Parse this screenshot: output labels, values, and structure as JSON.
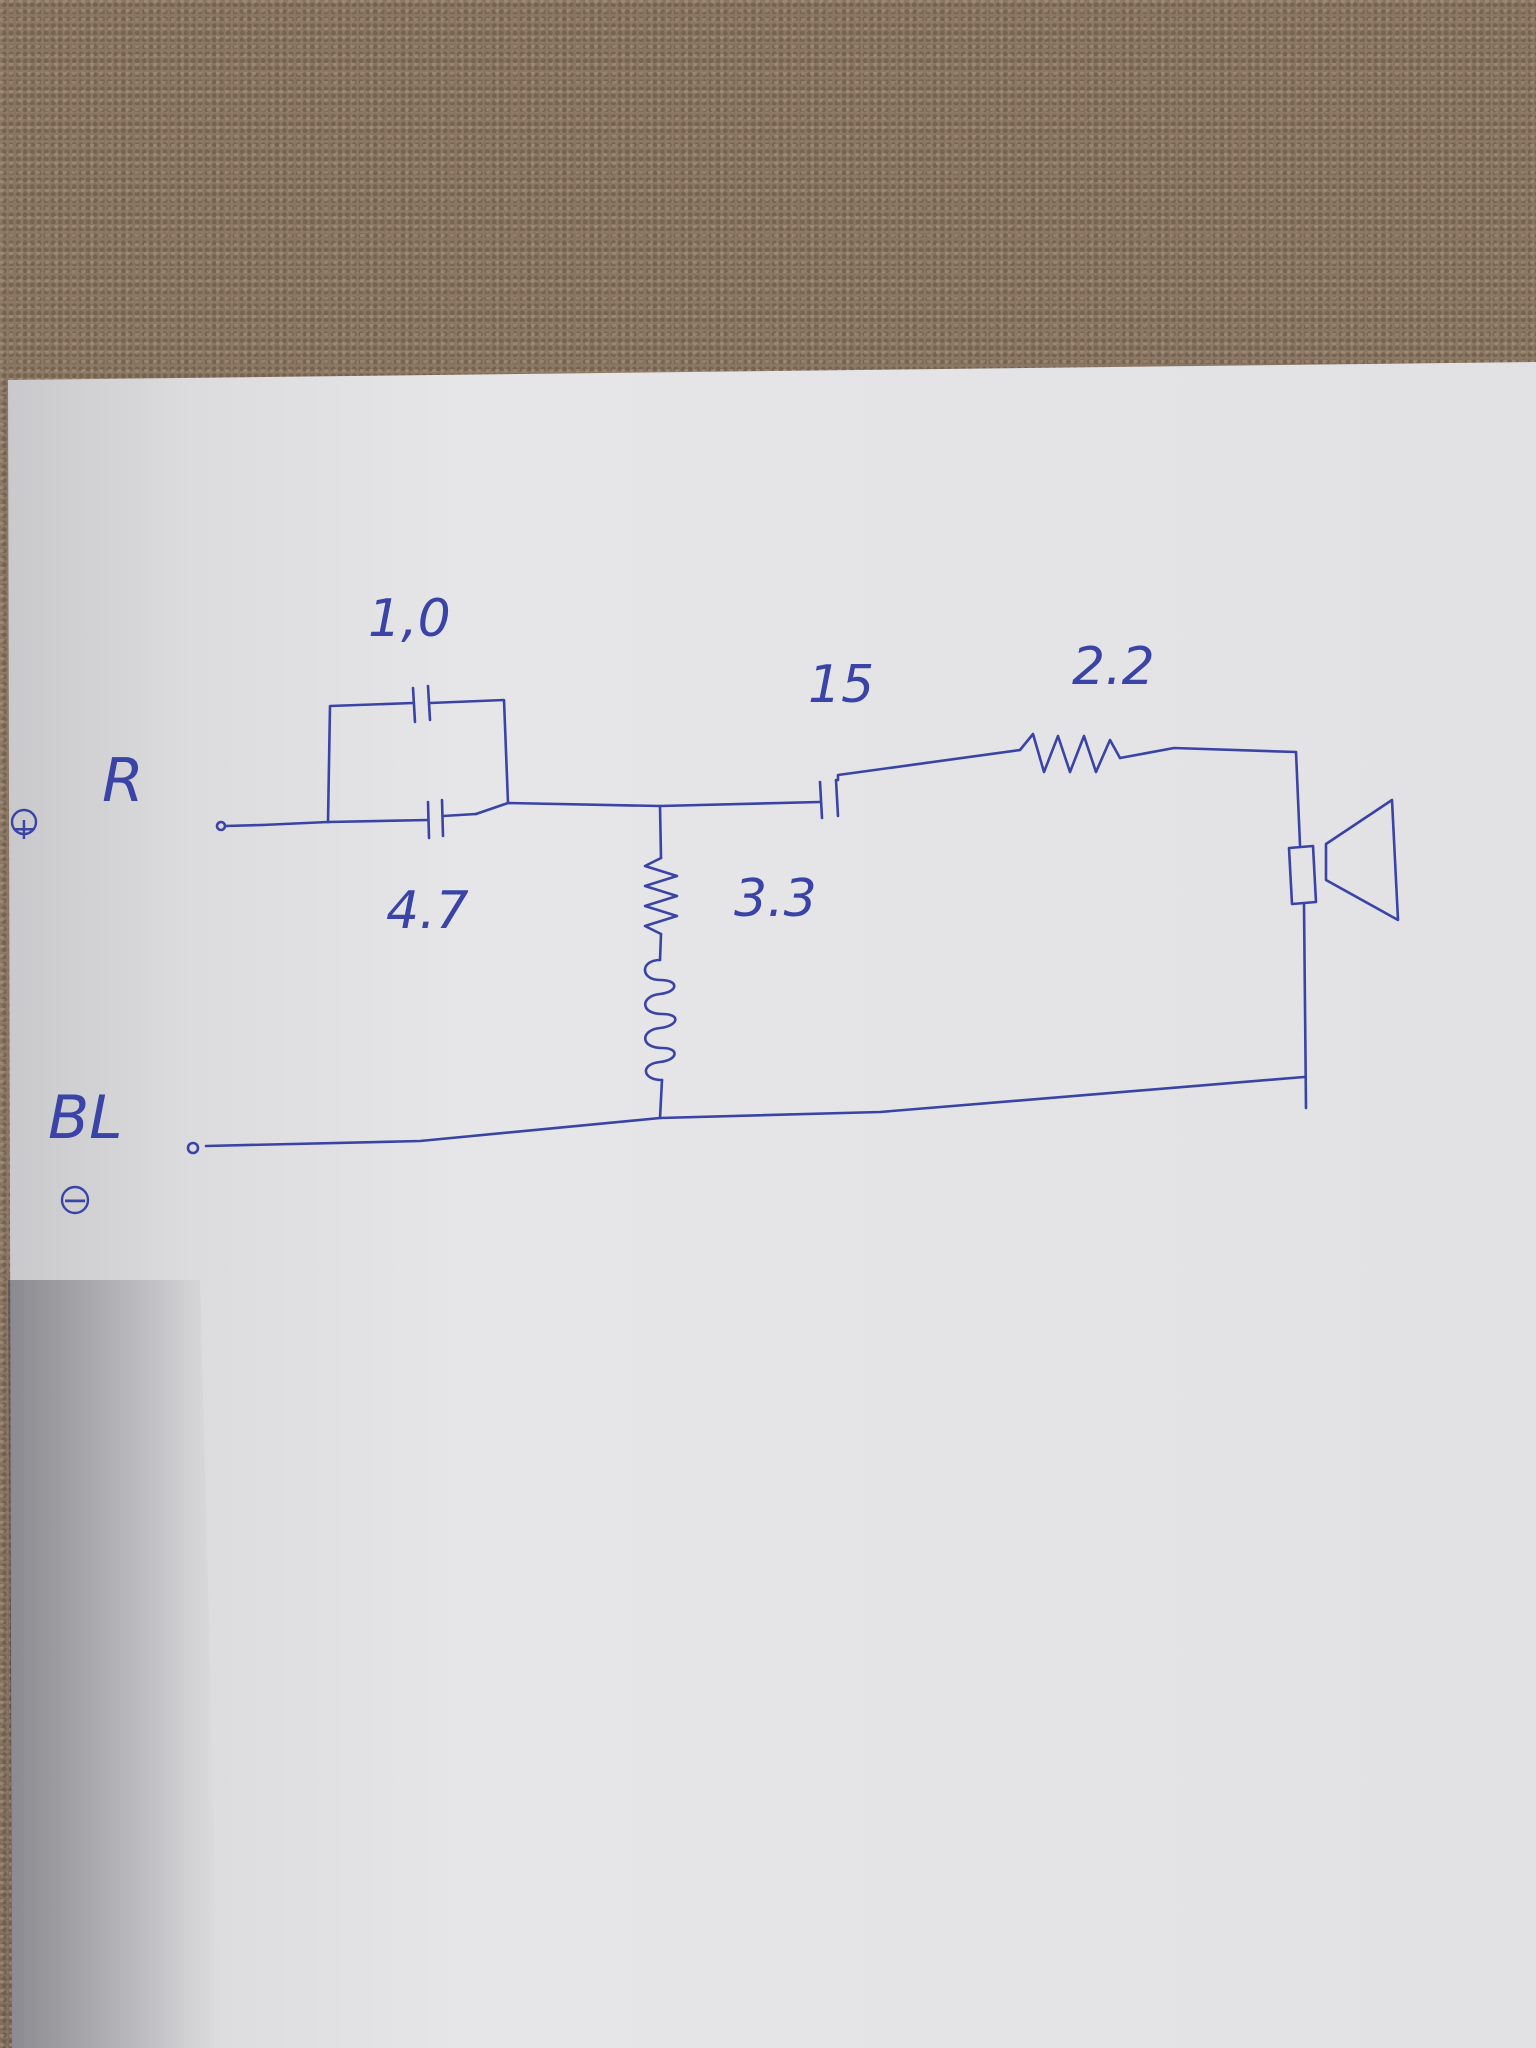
{
  "diagram": {
    "terminals": {
      "positive_sign": "+",
      "positive_label": "R",
      "negative_label": "BL",
      "negative_sign": "−"
    },
    "components": {
      "cap_parallel_top": "1,0",
      "cap_parallel_bottom": "4.7",
      "shunt_resistor": "3.3",
      "series_cap": "15",
      "series_resistor": "2.2"
    }
  },
  "ink_color": "#3a43a6",
  "paper_color": "#e4e4e6"
}
